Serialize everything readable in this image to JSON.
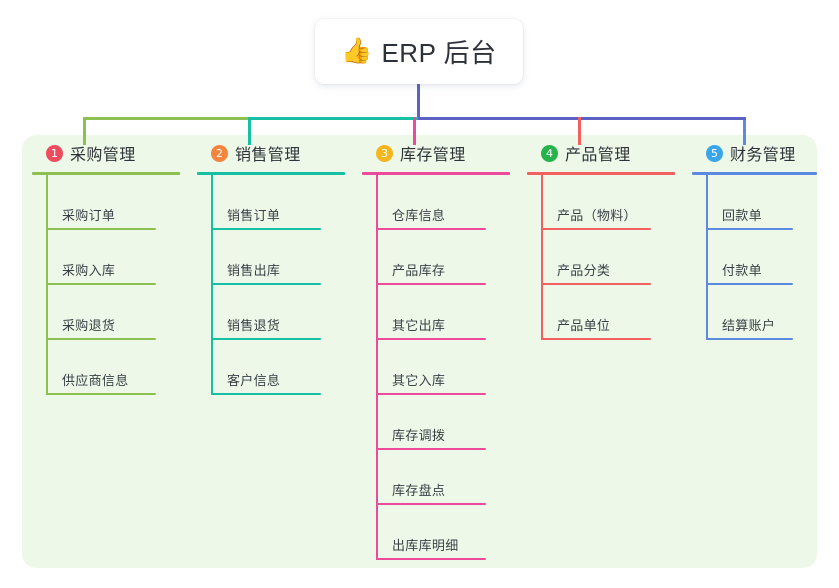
{
  "root": {
    "icon": "thumbs-up-icon",
    "emoji": "👍",
    "title": "ERP 后台"
  },
  "palette": {
    "panel_bg": "#eef8e9",
    "page_bg": "#ffffff",
    "root_stem": "#5b62c4",
    "text": "#2f3338"
  },
  "connector": {
    "segments": [
      {
        "name": "bus-green",
        "color": "#8cc152"
      },
      {
        "name": "bus-teal",
        "color": "#17bfa4"
      },
      {
        "name": "bus-indigo",
        "color": "#5b62c4"
      }
    ]
  },
  "columns": [
    {
      "index": "1",
      "title": "采购管理",
      "badge_color": "#ef4b5e",
      "line_color": "#8cc152",
      "items": [
        "采购订单",
        "采购入库",
        "采购退货",
        "供应商信息"
      ]
    },
    {
      "index": "2",
      "title": "销售管理",
      "badge_color": "#f5843c",
      "line_color": "#17bfa4",
      "items": [
        "销售订单",
        "销售出库",
        "销售退货",
        "客户信息"
      ]
    },
    {
      "index": "3",
      "title": "库存管理",
      "badge_color": "#f5b71d",
      "line_color": "#ec4a9b",
      "items": [
        "仓库信息",
        "产品库存",
        "其它出库",
        "其它入库",
        "库存调拨",
        "库存盘点",
        "出库库明细"
      ]
    },
    {
      "index": "4",
      "title": "产品管理",
      "badge_color": "#27b34c",
      "line_color": "#f2605f",
      "items": [
        "产品（物料）",
        "产品分类",
        "产品单位"
      ]
    },
    {
      "index": "5",
      "title": "财务管理",
      "badge_color": "#3aa6e8",
      "line_color": "#5b8ae0",
      "items": [
        "回款单",
        "付款单",
        "结算账户"
      ]
    }
  ]
}
